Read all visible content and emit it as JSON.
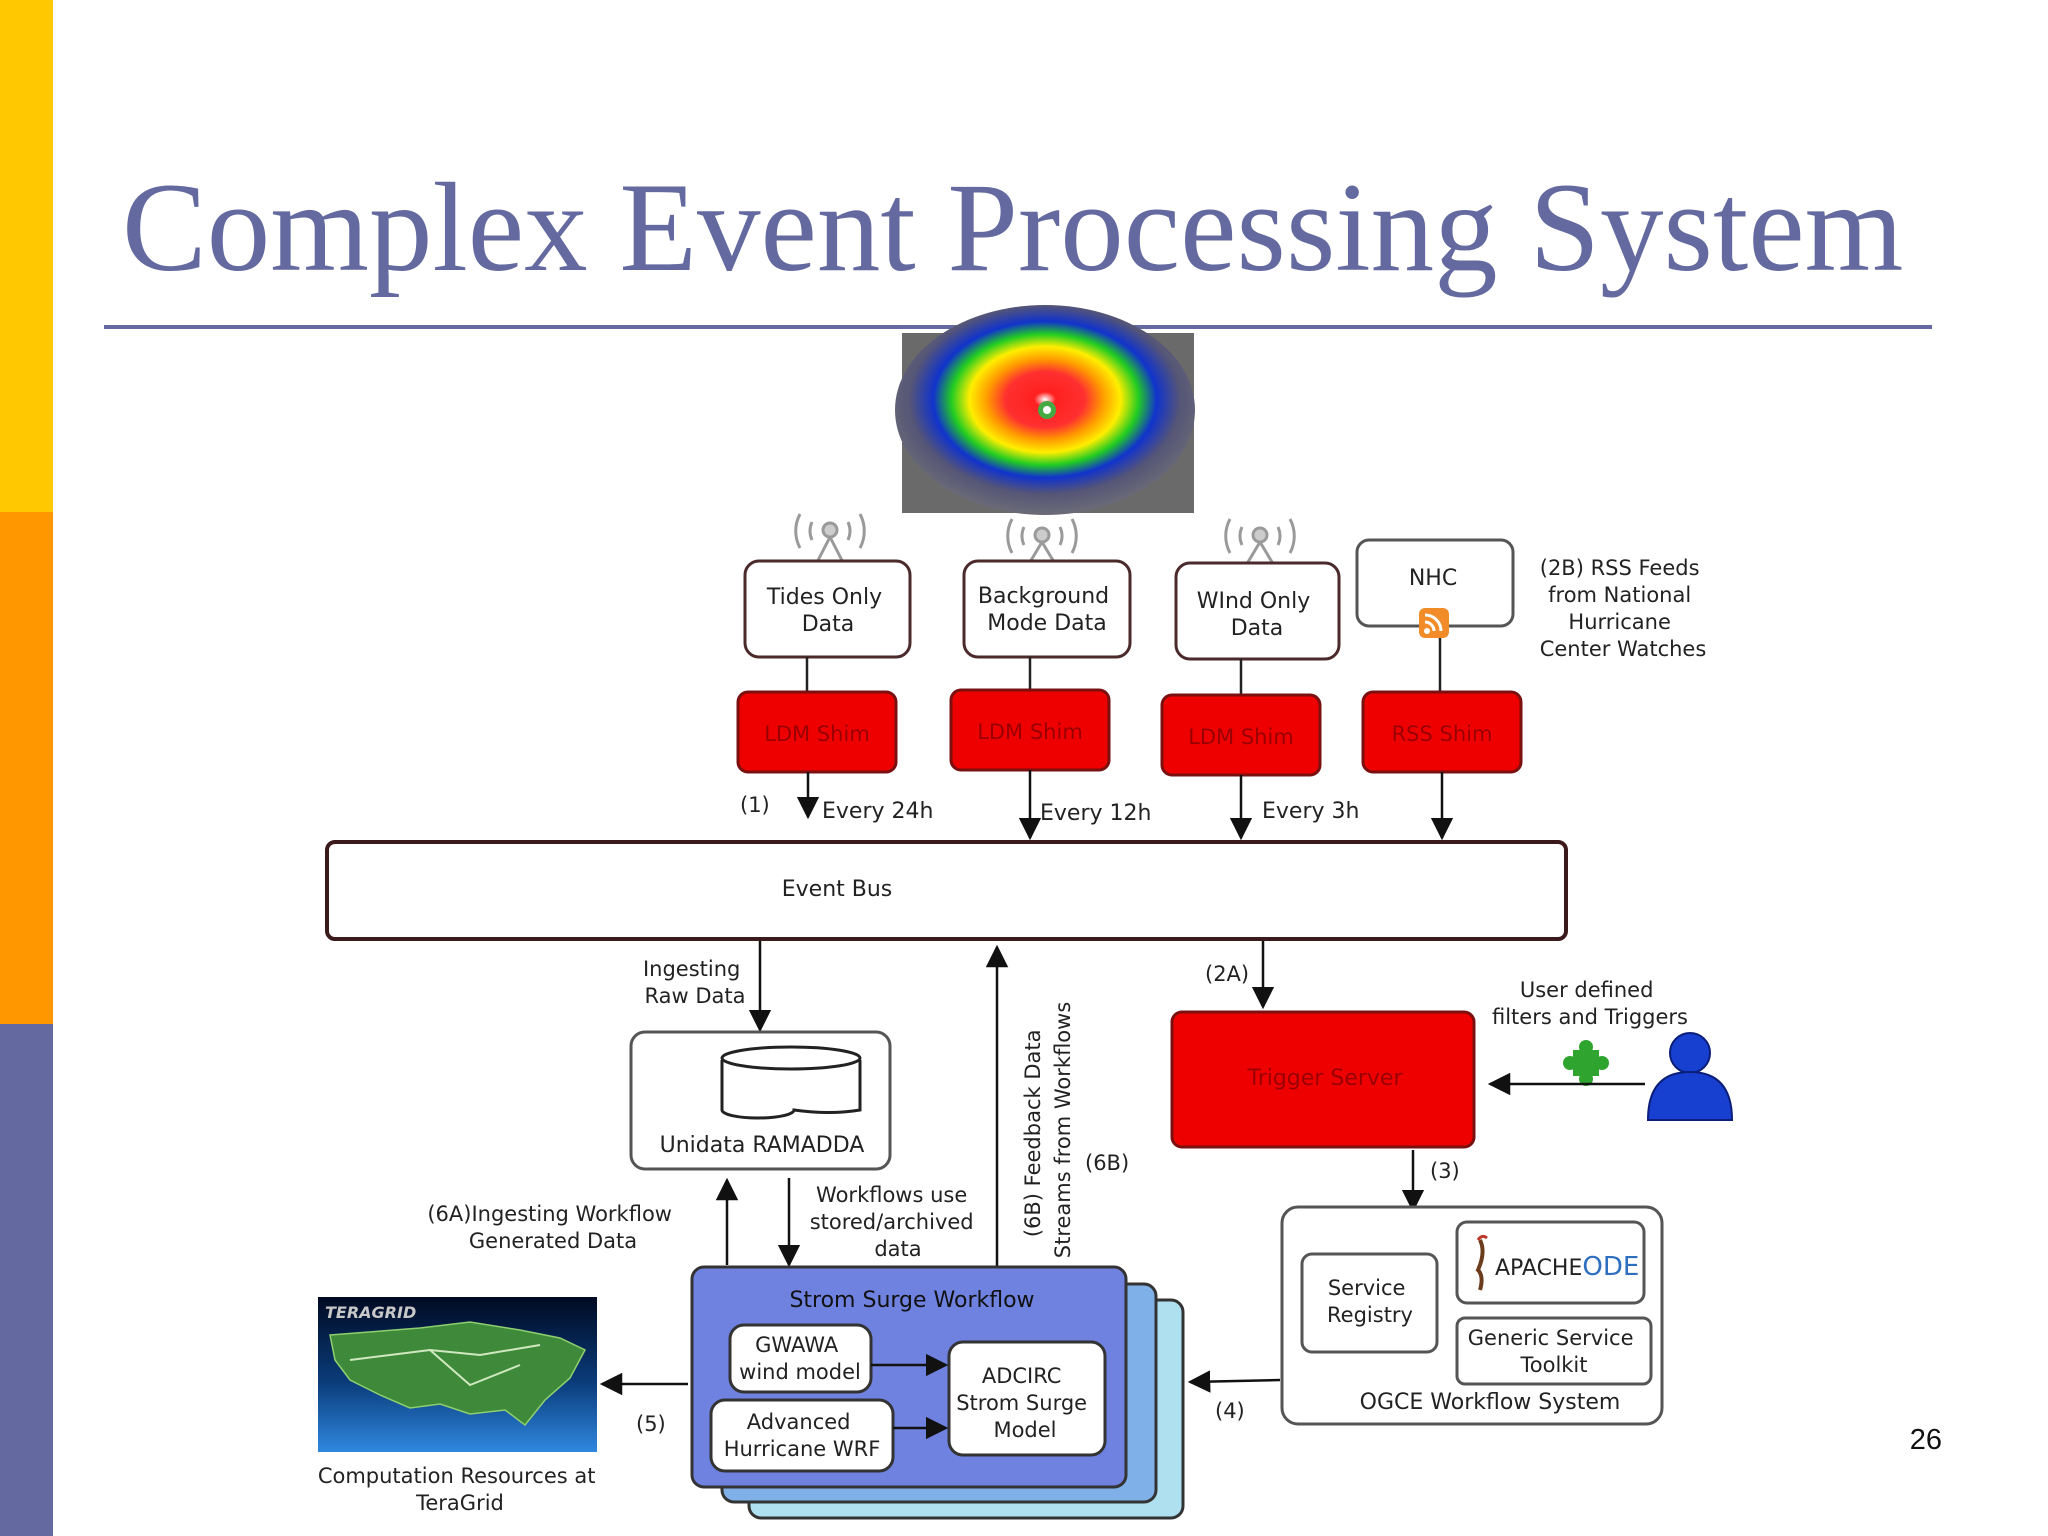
{
  "slide": {
    "title": "Complex Event Processing System",
    "page_number": "26",
    "colors": {
      "title": "#646aa0",
      "stripe_top": "#ffc800",
      "stripe_middle": "#ff9800",
      "stripe_bottom": "#646aa0",
      "shim_red": "#ee0000",
      "workflow_blue": "#6f82e0"
    }
  },
  "diagram": {
    "sources": {
      "tides": [
        "Tides Only",
        "Data"
      ],
      "background": [
        "Background",
        "Mode Data"
      ],
      "wind": [
        "WInd Only",
        "Data"
      ],
      "nhc": "NHC",
      "rss_note": [
        "(2B) RSS Feeds",
        "from National",
        "Hurricane",
        "Center Watches"
      ]
    },
    "shims": {
      "ldm1": "LDM Shim",
      "ldm2": "LDM Shim",
      "ldm3": "LDM Shim",
      "rss": "RSS Shim"
    },
    "intervals": {
      "step1": "(1)",
      "every24": "Every 24h",
      "every12": "Every 12h",
      "every3": "Every 3h"
    },
    "event_bus": "Event Bus",
    "ingesting_raw": [
      "Ingesting",
      "Raw Data"
    ],
    "step2a": "(2A)",
    "user_defined": [
      "User defined",
      "filters and Triggers"
    ],
    "trigger_server": "Trigger Server",
    "ramadda": "Unidata RAMADDA",
    "feedback": [
      "(6B) Feedback Data",
      "Streams from Workflows"
    ],
    "step6b": "(6B)",
    "workflows_use": [
      "Workflows use",
      "stored/archived",
      "data"
    ],
    "ingesting_workflow": [
      "(6A)Ingesting Workflow",
      "Generated Data"
    ],
    "step3": "(3)",
    "ogce": {
      "service_registry": [
        "Service",
        "Registry"
      ],
      "apache_ode_prefix": "APACHE",
      "apache_ode_suffix": "ODE",
      "generic_toolkit": [
        "Generic Service",
        "Toolkit"
      ],
      "label": "OGCE Workflow System"
    },
    "step4": "(4)",
    "step5": "(5)",
    "workflow": {
      "title": "Strom Surge Workflow",
      "gwawa": [
        "GWAWA",
        "wind model"
      ],
      "wrf": [
        "Advanced",
        "Hurricane WRF"
      ],
      "adcirc": [
        "ADCIRC",
        "Strom Surge",
        "Model"
      ]
    },
    "teragrid": {
      "logo": "TERAGRID",
      "caption": [
        "Computation Resources at",
        "TeraGrid"
      ]
    }
  }
}
